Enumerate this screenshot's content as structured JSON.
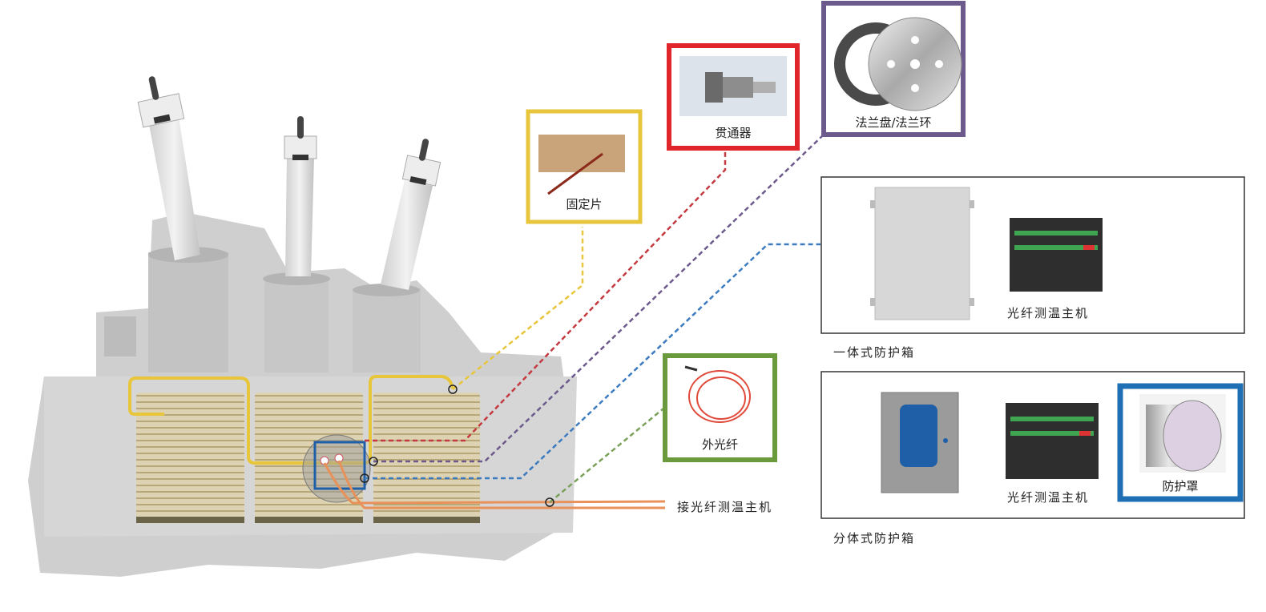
{
  "callouts": {
    "fixing_plate": "固定片",
    "feedthrough": "贯通器",
    "flange": "法兰盘/法兰环",
    "outer_fiber": "外光纤",
    "protective_cover": "防护罩"
  },
  "lead_label": "接光纤测温主机",
  "integrated_box": {
    "caption": "一体式防护箱",
    "host_label": "光纤测温主机"
  },
  "split_box": {
    "caption": "分体式防护箱",
    "host_label": "光纤测温主机"
  },
  "colors": {
    "fixing_plate": "#e7c63b",
    "feedthrough": "#e0262b",
    "flange": "#6d5a8c",
    "outer_fiber": "#6a9a3b",
    "protective_cover": "#1f6fb5",
    "fiber_cable": "#e8925a",
    "coil": "#d9ccaa"
  },
  "icons": [
    "transformer-image",
    "coil-image",
    "fixing-plate-image",
    "feedthrough-image",
    "flange-image",
    "fiber-cable-image",
    "enclosure-image",
    "host-terminal-image",
    "cover-image"
  ]
}
